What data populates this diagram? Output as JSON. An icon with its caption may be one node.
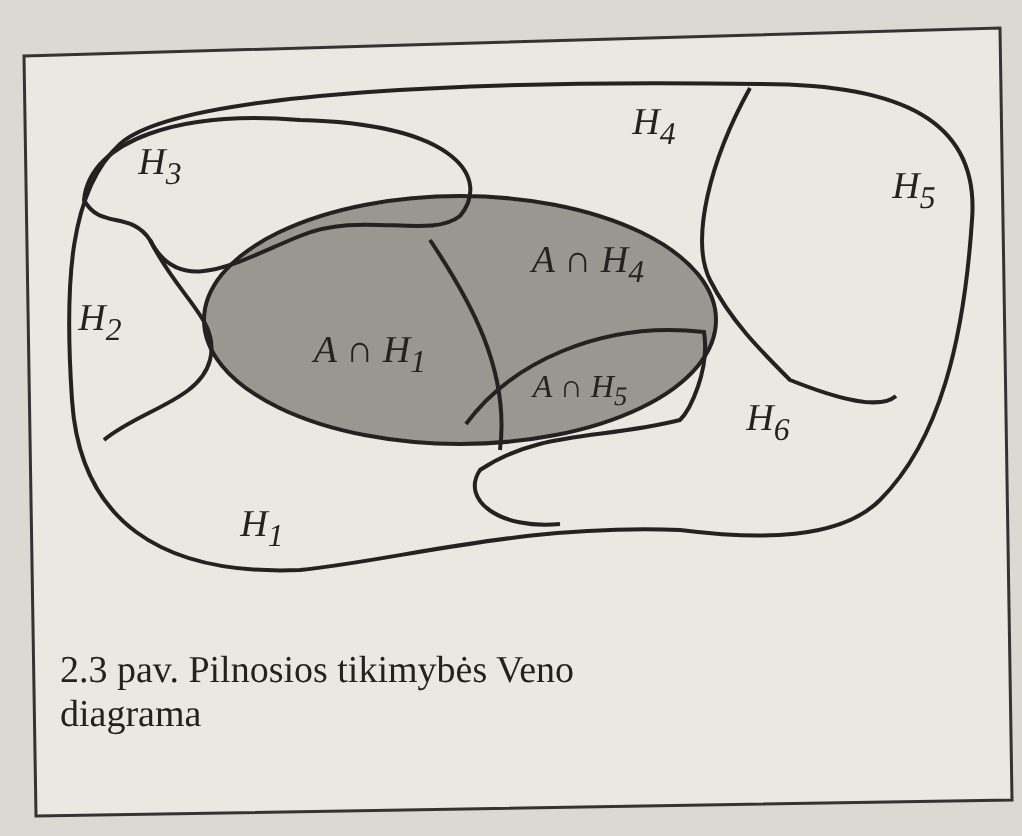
{
  "diagram": {
    "caption": "2.3 pav. Pilnosios tikimybės Veno diagrama",
    "nodes": [
      {
        "text": [
          "H$_{3}$"
        ]
      },
      {
        "text": [
          "H$_{4}$"
        ]
      },
      {
        "text": [
          "H$_{5}$"
        ]
      },
      {
        "text": [
          "H$_{2}$"
        ]
      },
      {
        "text": [
          "A ∩ H$_{4}$"
        ]
      },
      {
        "text": [
          "A ∩ H$_{1}$"
        ]
      },
      {
        "text": [
          "A ∩ H$_{5}$"
        ]
      },
      {
        "text": [
          "H$_{6}$"
        ]
      },
      {
        "text": [
          "H$_{1}$"
        ]
      }
    ]
  }
}
